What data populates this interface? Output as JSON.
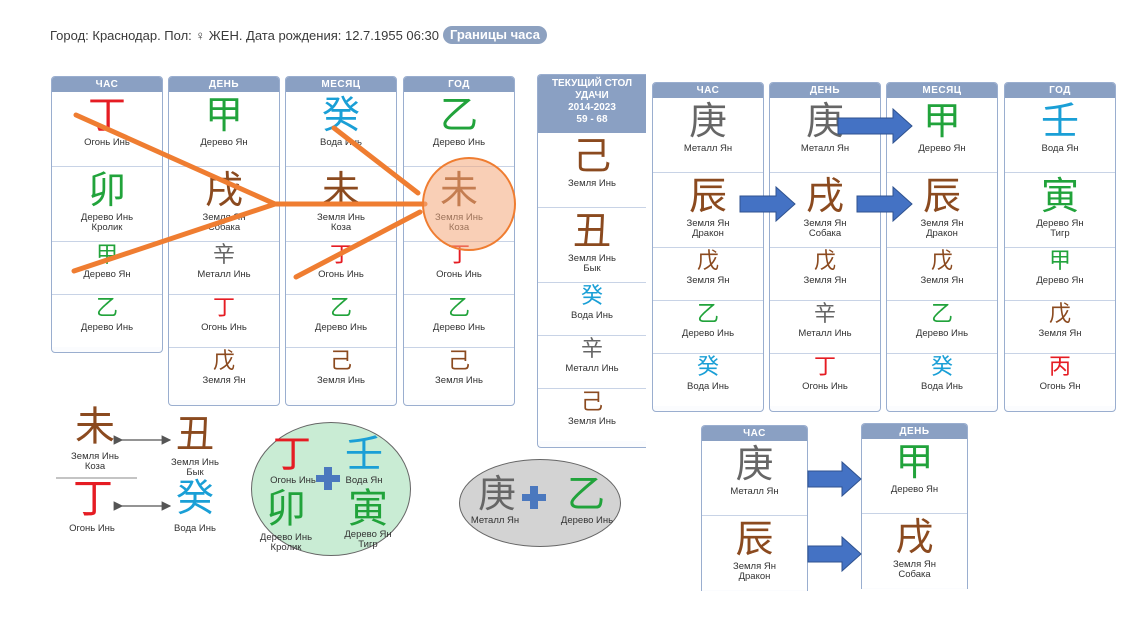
{
  "header": {
    "info": "Город: Краснодар. Пол: ♀ ЖЕН. Дата рождения: 12.7.1955 06:30",
    "button": "Границы часа"
  },
  "natal": {
    "hour": {
      "title": "ЧАС",
      "stem": {
        "g": "丁",
        "l": "Огонь Инь"
      },
      "branch": {
        "g": "卯",
        "l1": "Дерево Инь",
        "l2": "Кролик"
      },
      "h1": {
        "g": "甲",
        "l": "Дерево Ян"
      },
      "h2": {
        "g": "乙",
        "l": "Дерево Инь"
      }
    },
    "day": {
      "title": "ДЕНЬ",
      "stem": {
        "g": "甲",
        "l": "Дерево Ян"
      },
      "branch": {
        "g": "戌",
        "l1": "Земля Ян",
        "l2": "Собака"
      },
      "h1": {
        "g": "辛",
        "l": "Металл Инь"
      },
      "h2": {
        "g": "丁",
        "l": "Огонь Инь"
      },
      "h3": {
        "g": "戊",
        "l": "Земля Ян"
      }
    },
    "month": {
      "title": "МЕСЯЦ",
      "stem": {
        "g": "癸",
        "l": "Вода Инь"
      },
      "branch": {
        "g": "未",
        "l1": "Земля Инь",
        "l2": "Коза"
      },
      "h1": {
        "g": "丁",
        "l": "Огонь Инь"
      },
      "h2": {
        "g": "乙",
        "l": "Дерево Инь"
      },
      "h3": {
        "g": "己",
        "l": "Земля Инь"
      }
    },
    "year": {
      "title": "ГОД",
      "stem": {
        "g": "乙",
        "l": "Дерево Инь"
      },
      "branch": {
        "g": "未",
        "l1": "Земля Инь",
        "l2": "Коза"
      },
      "h1": {
        "g": "丁",
        "l": "Огонь Инь"
      },
      "h2": {
        "g": "乙",
        "l": "Дерево Инь"
      },
      "h3": {
        "g": "己",
        "l": "Земля Инь"
      }
    }
  },
  "luck": {
    "title1": "ТЕКУЩИЙ СТОЛ",
    "title2": "УДАЧИ",
    "years": "2014-2023",
    "ages": "59 - 68",
    "stem": {
      "g": "己",
      "l": "Земля Инь"
    },
    "branch": {
      "g": "丑",
      "l1": "Земля Инь",
      "l2": "Бык"
    },
    "h1": {
      "g": "癸",
      "l": "Вода Инь"
    },
    "h2": {
      "g": "辛",
      "l": "Металл Инь"
    },
    "h3": {
      "g": "己",
      "l": "Земля Инь"
    }
  },
  "second": {
    "hour": {
      "title": "ЧАС",
      "stem": {
        "g": "庚",
        "l": "Металл Ян"
      },
      "branch": {
        "g": "辰",
        "l1": "Земля Ян",
        "l2": "Дракон"
      },
      "h1": {
        "g": "戊",
        "l": "Земля Ян"
      },
      "h2": {
        "g": "乙",
        "l": "Дерево Инь"
      },
      "h3": {
        "g": "癸",
        "l": "Вода Инь"
      }
    },
    "day": {
      "title": "ДЕНЬ",
      "stem": {
        "g": "庚",
        "l": "Металл Ян"
      },
      "branch": {
        "g": "戌",
        "l1": "Земля Ян",
        "l2": "Собака"
      },
      "h1": {
        "g": "戊",
        "l": "Земля Ян"
      },
      "h2": {
        "g": "辛",
        "l": "Металл Инь"
      },
      "h3": {
        "g": "丁",
        "l": "Огонь Инь"
      }
    },
    "month": {
      "title": "МЕСЯЦ",
      "stem": {
        "g": "甲",
        "l": "Дерево Ян"
      },
      "branch": {
        "g": "辰",
        "l1": "Земля Ян",
        "l2": "Дракон"
      },
      "h1": {
        "g": "戊",
        "l": "Земля Ян"
      },
      "h2": {
        "g": "乙",
        "l": "Дерево Инь"
      },
      "h3": {
        "g": "癸",
        "l": "Вода Инь"
      }
    },
    "year": {
      "title": "ГОД",
      "stem": {
        "g": "壬",
        "l": "Вода Ян"
      },
      "branch": {
        "g": "寅",
        "l1": "Дерево Ян",
        "l2": "Тигр"
      },
      "h1": {
        "g": "甲",
        "l": "Дерево Ян"
      },
      "h2": {
        "g": "戊",
        "l": "Земля Ян"
      },
      "h3": {
        "g": "丙",
        "l": "Огонь Ян"
      }
    }
  },
  "third": {
    "hour": {
      "title": "ЧАС",
      "stem": {
        "g": "庚",
        "l": "Металл Ян"
      },
      "branch": {
        "g": "辰",
        "l1": "Земля Ян",
        "l2": "Дракон"
      }
    },
    "day": {
      "title": "ДЕНЬ",
      "stem": {
        "g": "甲",
        "l": "Дерево Ян"
      },
      "branch": {
        "g": "戌",
        "l1": "Земля Ян",
        "l2": "Собака"
      }
    }
  },
  "clash": {
    "a": {
      "g": "未",
      "l1": "Земля Инь",
      "l2": "Коза"
    },
    "b": {
      "g": "丑",
      "l1": "Земля Инь",
      "l2": "Бык"
    },
    "c": {
      "g": "丁",
      "l": "Огонь Инь"
    },
    "d": {
      "g": "癸",
      "l": "Вода Инь"
    }
  },
  "combo1": {
    "a": {
      "g": "丁",
      "l": "Огонь Инь"
    },
    "b": {
      "g": "壬",
      "l": "Вода Ян"
    },
    "c": {
      "g": "卯",
      "l1": "Дерево Инь",
      "l2": "Кролик"
    },
    "d": {
      "g": "寅",
      "l1": "Дерево Ян",
      "l2": "Тигр"
    }
  },
  "combo2": {
    "a": {
      "g": "庚",
      "l": "Металл Ян"
    },
    "b": {
      "g": "乙",
      "l": "Дерево Инь"
    }
  },
  "colors": {
    "header": "#8aa0c3",
    "orange": "#ef7d31",
    "arrow": "#4472c4",
    "green_oval": "#c9ecd4",
    "grey_oval": "#d3d3d3"
  }
}
